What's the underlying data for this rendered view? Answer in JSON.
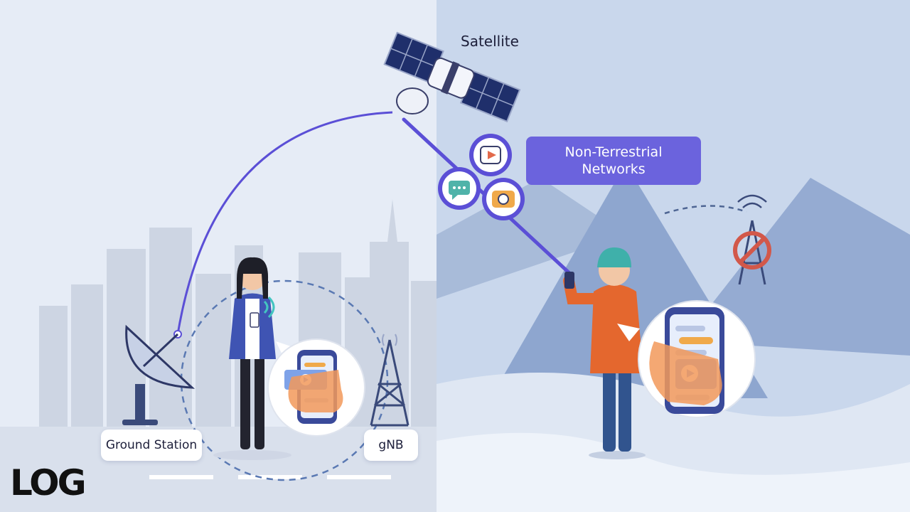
{
  "labels": {
    "satellite": "Satellite",
    "ntn_line1": "Non-Terrestrial",
    "ntn_line2": "Networks",
    "ground_station": "Ground Station",
    "gnb": "gNB"
  },
  "logo": "LOG",
  "colors": {
    "link_line": "#5b4fd6",
    "ntn_box": "#6b63dd",
    "city_sky": "#e6ecf6",
    "mountain_sky": "#c9d7ec",
    "blocked_tower": "#d2584a"
  },
  "icons": [
    "satellite-icon",
    "dish-antenna-icon",
    "cell-tower-icon",
    "blocked-tower-icon",
    "play-icon",
    "chat-icon",
    "camera-icon",
    "smartphone-icon"
  ]
}
